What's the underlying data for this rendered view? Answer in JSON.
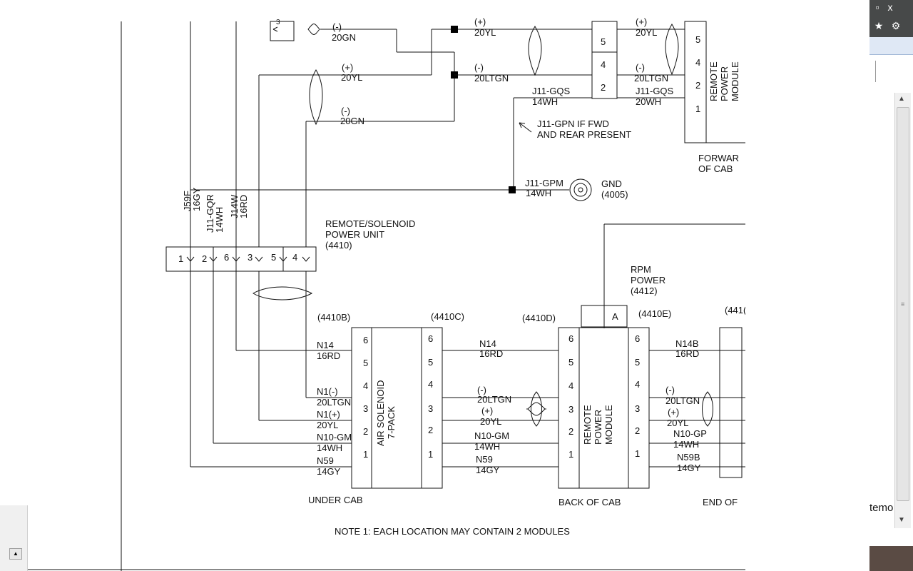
{
  "diagram": {
    "note": "NOTE 1: EACH LOCATION MAY CONTAIN 2 MODULES",
    "top": {
      "w_minus_20gn_a": "(-)",
      "w_20gn_a": "20GN",
      "w_plus_20yl_a": "(+)",
      "w_20yl_a": "20YL",
      "w_minus_20gn_b": "(-)",
      "w_20gn_b": "20GN",
      "w_plus_20yl_b": "(+)",
      "w_20yl_b": "20YL",
      "w_minus_20ltgn_b": "(-)",
      "w_20ltgn_b": "20LTGN",
      "w_j11gqs_b": "J11-GQS",
      "w_14wh_b": "14WH",
      "w_plus_20yl_c": "(+)",
      "w_20yl_c": "20YL",
      "w_minus_20ltgn_c": "(-)",
      "w_20ltgn_c": "20LTGN",
      "w_j11gqs_c": "J11-GQS",
      "w_20wh_c": "20WH",
      "note_j11gpn_1": "J11-GPN IF FWD",
      "note_j11gpn_2": "AND REAR PRESENT",
      "w_j11gpm": "J11-GPM",
      "w_14wh_gpm": "14WH",
      "gnd_label": "GND",
      "gnd_code": "(4005)",
      "fwd_label_1": "FORWAR",
      "fwd_label_2": "OF CAB",
      "rpm_label_1": "REMOTE",
      "rpm_label_2": "POWER",
      "rpm_label_3": "MODULE",
      "pins_top_right": [
        "5",
        "4",
        "2",
        "1"
      ],
      "pins_mid": [
        "5",
        "4",
        "2"
      ]
    },
    "left_wires": {
      "j59f": "J59F",
      "w16gy": "16GY",
      "j11gqr": "J11-GQR",
      "w14wh": "14WH",
      "j14w": "J14W",
      "w16rd": "16RD"
    },
    "rspu": {
      "label_1": "REMOTE/SOLENOID",
      "label_2": "POWER UNIT",
      "code": "(4410)",
      "pins": [
        "1",
        "2",
        "6",
        "3",
        "5",
        "4"
      ]
    },
    "rpm_power": {
      "label_1": "RPM",
      "label_2": "POWER",
      "code": "(4412)",
      "pin": "A"
    },
    "under_cab": {
      "conn_b": "(4410B)",
      "conn_c": "(4410C)",
      "module_1": "AIR SOLENOID",
      "module_2": "7-PACK",
      "pins": [
        "6",
        "5",
        "4",
        "3",
        "2",
        "1"
      ],
      "wires_left": [
        {
          "name": "N14",
          "color": "16RD"
        },
        {
          "name": "N1(-)",
          "color": "20LTGN"
        },
        {
          "name": "N1(+)",
          "color": "20YL"
        },
        {
          "name": "N10-GM",
          "color": "14WH"
        },
        {
          "name": "N59",
          "color": "14GY"
        }
      ],
      "label": "UNDER CAB"
    },
    "back_cab": {
      "conn_d": "(4410D)",
      "conn_e": "(4410E)",
      "module_1": "REMOTE",
      "module_2": "POWER",
      "module_3": "MODULE",
      "pins": [
        "6",
        "5",
        "4",
        "3",
        "2",
        "1"
      ],
      "wires_left": [
        {
          "name": "N14",
          "color": "16RD"
        },
        {
          "name": "(-)",
          "color": "20LTGN"
        },
        {
          "name": "(+)",
          "color": "20YL"
        },
        {
          "name": "N10-GM",
          "color": "14WH"
        },
        {
          "name": "N59",
          "color": "14GY"
        }
      ],
      "wires_right": [
        {
          "name": "N14B",
          "color": "16RD"
        },
        {
          "name": "(-)",
          "color": "20LTGN"
        },
        {
          "name": "(+)",
          "color": "20YL"
        },
        {
          "name": "N10-GP",
          "color": "14WH"
        },
        {
          "name": "N59B",
          "color": "14GY"
        }
      ],
      "label": "BACK OF CAB"
    },
    "end_of": {
      "conn": "(441(",
      "label": "END OF"
    }
  },
  "chrome": {
    "restore_icon": "restore-icon",
    "close_symbol": "x",
    "star_symbol": "★",
    "gear_symbol": "⚙",
    "snippet_text": "temo"
  },
  "colors": {
    "line": "#111111",
    "chrome_dark": "#474949"
  }
}
